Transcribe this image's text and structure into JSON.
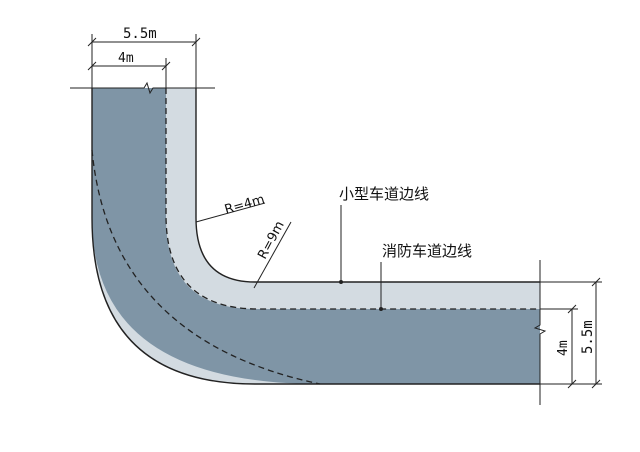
{
  "dimensions": {
    "top_outer": "5.5m",
    "top_inner": "4m",
    "right_outer": "5.5m",
    "right_inner": "4m"
  },
  "radii": {
    "small": "R=4m",
    "large": "R=9m"
  },
  "labels": {
    "small_vehicle_edge": "小型车道边线",
    "fire_lane_edge": "消防车道边线"
  },
  "colors": {
    "fire_lane_fill": "#7f95a6",
    "road_fill": "#d3dbe1",
    "line": "#222222"
  }
}
